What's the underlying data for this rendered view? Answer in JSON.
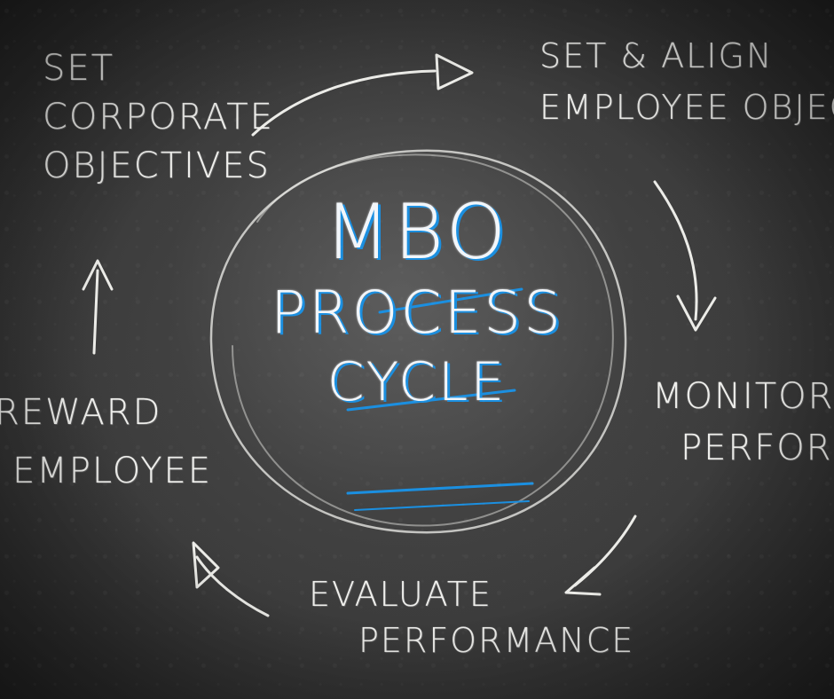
{
  "title": {
    "line1": "MBO",
    "line2": "PROCESS",
    "line3": "CYCLE"
  },
  "steps": [
    {
      "line1": "SET",
      "line2": "CORPORATE",
      "line3": "OBJECTIVES"
    },
    {
      "line1": "SET & ALIGN",
      "line2": "EMPLOYEE OBJECTIVES"
    },
    {
      "line1": "MONITOR",
      "line2": "PERFORMANCE"
    },
    {
      "line1": "EVALUATE",
      "line2": "PERFORMANCE"
    },
    {
      "line1": "REWARD",
      "line2": "EMPLOYEE"
    }
  ],
  "colors": {
    "chalk": "#efefec",
    "accent": "#1b8fe0",
    "board": "#3a3a3a"
  }
}
